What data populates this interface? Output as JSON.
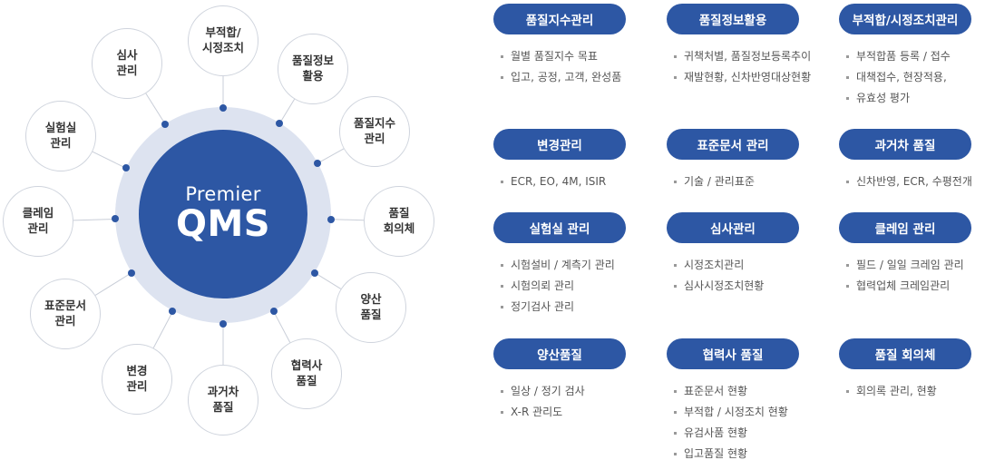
{
  "center": {
    "line1": "Premier",
    "line2": "QMS"
  },
  "nodes": [
    "부적합/\n시정조치",
    "품질정보\n활용",
    "품질지수\n관리",
    "품질\n회의체",
    "양산\n품질",
    "협력사\n품질",
    "과거차\n품질",
    "변경\n관리",
    "표준문서\n관리",
    "클레임\n관리",
    "실험실\n관리",
    "심사\n관리"
  ],
  "cards": [
    {
      "title": "품질지수관리",
      "items": [
        "월별 품질지수 목표",
        "입고, 공정, 고객, 완성품"
      ]
    },
    {
      "title": "품질정보활용",
      "items": [
        "귀책처별, 품질정보등록추이",
        "재발현황, 신차반영대상현황"
      ]
    },
    {
      "title": "부적합/시정조치관리",
      "items": [
        "부적합품 등록 / 접수",
        "대책접수, 현장적용,",
        "유효성 평가"
      ]
    },
    {
      "title": "변경관리",
      "items": [
        "ECR, EO, 4M, ISIR"
      ]
    },
    {
      "title": "표준문서 관리",
      "items": [
        "기술 / 관리표준"
      ]
    },
    {
      "title": "과거차 품질",
      "items": [
        "신차반영, ECR, 수평전개"
      ]
    },
    {
      "title": "실험실 관리",
      "items": [
        "시험설비 / 계측기 관리",
        "시험의뢰 관리",
        "정기검사 관리"
      ]
    },
    {
      "title": "심사관리",
      "items": [
        "시정조치관리",
        "심사시정조치현황"
      ]
    },
    {
      "title": "클레임 관리",
      "items": [
        "필드 / 일일 크레임 관리",
        "협력업체 크레임관리"
      ]
    },
    {
      "title": "양산품질",
      "items": [
        "일상 / 정기 검사",
        "X-R 관리도"
      ]
    },
    {
      "title": "협력사 품질",
      "items": [
        "표준문서 현황",
        "부적합 / 시정조치 현황",
        "유검사품 현황",
        "입고품질 현황"
      ]
    },
    {
      "title": "품질 회의체",
      "items": [
        "회의록 관리, 현황"
      ]
    }
  ]
}
